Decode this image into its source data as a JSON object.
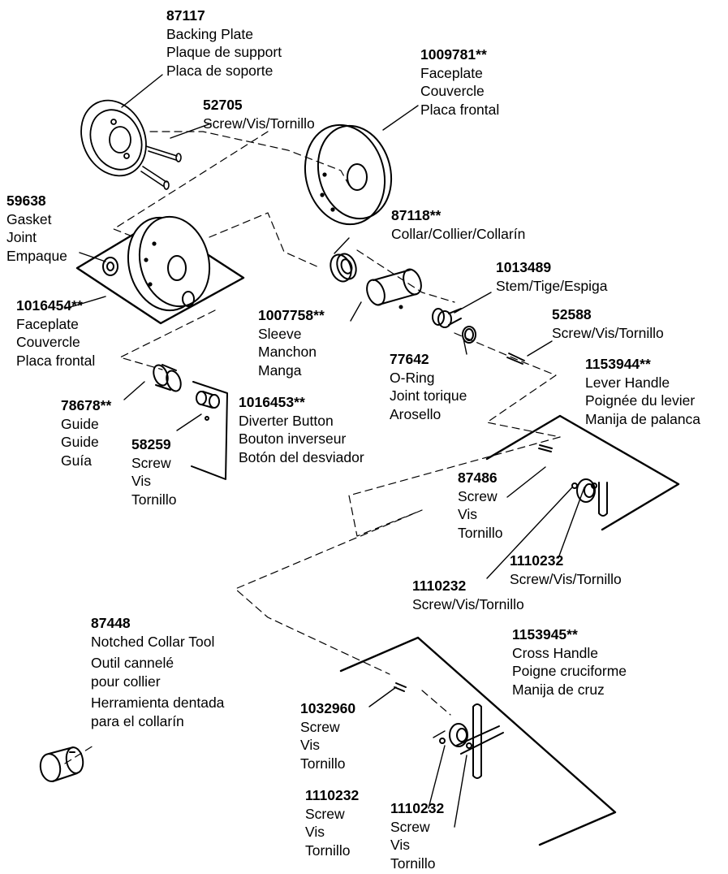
{
  "parts": {
    "p87117": {
      "number": "87117",
      "lines": [
        "Backing Plate",
        "Plaque de support",
        "Placa de soporte"
      ]
    },
    "p52705": {
      "number": "52705",
      "lines": [
        "Screw/Vis/Tornillo"
      ]
    },
    "p1009781": {
      "number": "1009781**",
      "lines": [
        "Faceplate",
        "Couvercle",
        "Placa frontal"
      ]
    },
    "p59638": {
      "number": "59638",
      "lines": [
        "Gasket",
        "Joint",
        "Empaque"
      ]
    },
    "p87118": {
      "number": "87118**",
      "lines": [
        "Collar/Collier/Collarín"
      ]
    },
    "p1013489": {
      "number": "1013489",
      "lines": [
        "Stem/Tige/Espiga"
      ]
    },
    "p1016454": {
      "number": "1016454**",
      "lines": [
        "Faceplate",
        "Couvercle",
        "Placa frontal"
      ]
    },
    "p1007758": {
      "number": "1007758**",
      "lines": [
        "Sleeve",
        "Manchon",
        "Manga"
      ]
    },
    "p52588": {
      "number": "52588",
      "lines": [
        "Screw/Vis/Tornillo"
      ]
    },
    "p77642": {
      "number": "77642",
      "lines": [
        "O-Ring",
        "Joint torique",
        "Arosello"
      ]
    },
    "p1153944": {
      "number": "1153944**",
      "lines": [
        "Lever Handle",
        "Poignée du levier",
        "Manija de palanca"
      ]
    },
    "p78678": {
      "number": "78678**",
      "lines": [
        "Guide",
        "Guide",
        "Guía"
      ]
    },
    "p1016453": {
      "number": "1016453**",
      "lines": [
        "Diverter Button",
        "Bouton inverseur",
        "Botón del desviador"
      ]
    },
    "p58259": {
      "number": "58259",
      "lines": [
        "Screw",
        "Vis",
        "Tornillo"
      ]
    },
    "p87486": {
      "number": "87486",
      "lines": [
        "Screw",
        "Vis",
        "Tornillo"
      ]
    },
    "p1110232a": {
      "number": "1110232",
      "lines": [
        "Screw/Vis/Tornillo"
      ]
    },
    "p1110232b": {
      "number": "1110232",
      "lines": [
        "Screw/Vis/Tornillo"
      ]
    },
    "p87448": {
      "number": "87448",
      "lines": [
        "Notched Collar Tool",
        "Outil cannelé",
        "pour collier",
        "Herramienta dentada",
        "para el collarín"
      ]
    },
    "p1153945": {
      "number": "1153945**",
      "lines": [
        "Cross Handle",
        "Poigne cruciforme",
        "Manija de cruz"
      ]
    },
    "p1032960": {
      "number": "1032960",
      "lines": [
        "Screw",
        "Vis",
        "Tornillo"
      ]
    },
    "p1110232c": {
      "number": "1110232",
      "lines": [
        "Screw",
        "Vis",
        "Tornillo"
      ]
    },
    "p1110232d": {
      "number": "1110232",
      "lines": [
        "Screw",
        "Vis",
        "Tornillo"
      ]
    }
  }
}
